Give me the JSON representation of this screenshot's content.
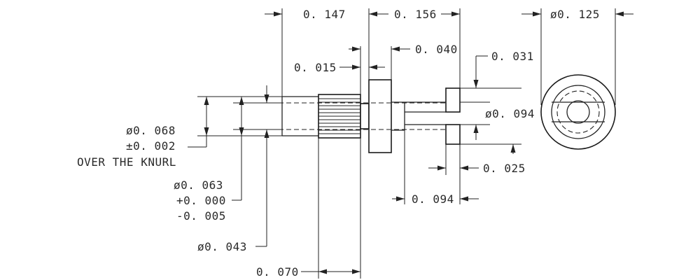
{
  "dimensions": {
    "len_0147": "0. 147",
    "len_0156": "0. 156",
    "dia_0125": "ø0. 125",
    "len_0040": "0. 040",
    "len_0015": "0. 015",
    "len_0031": "0. 031",
    "dia_0094": "ø0. 094",
    "len_0025": "0. 025",
    "len_0094": "0. 094",
    "len_0070": "0. 070",
    "dia_0043": "ø0. 043",
    "knurl_dia": "ø0. 068",
    "knurl_tol": "±0. 002",
    "knurl_note": "OVER THE KNURL",
    "dia_0063": "ø0. 063",
    "tol_plus": "+0. 000",
    "tol_minus": "-0. 005"
  },
  "colors": {
    "ink": "#222222",
    "paper": "#ffffff"
  }
}
